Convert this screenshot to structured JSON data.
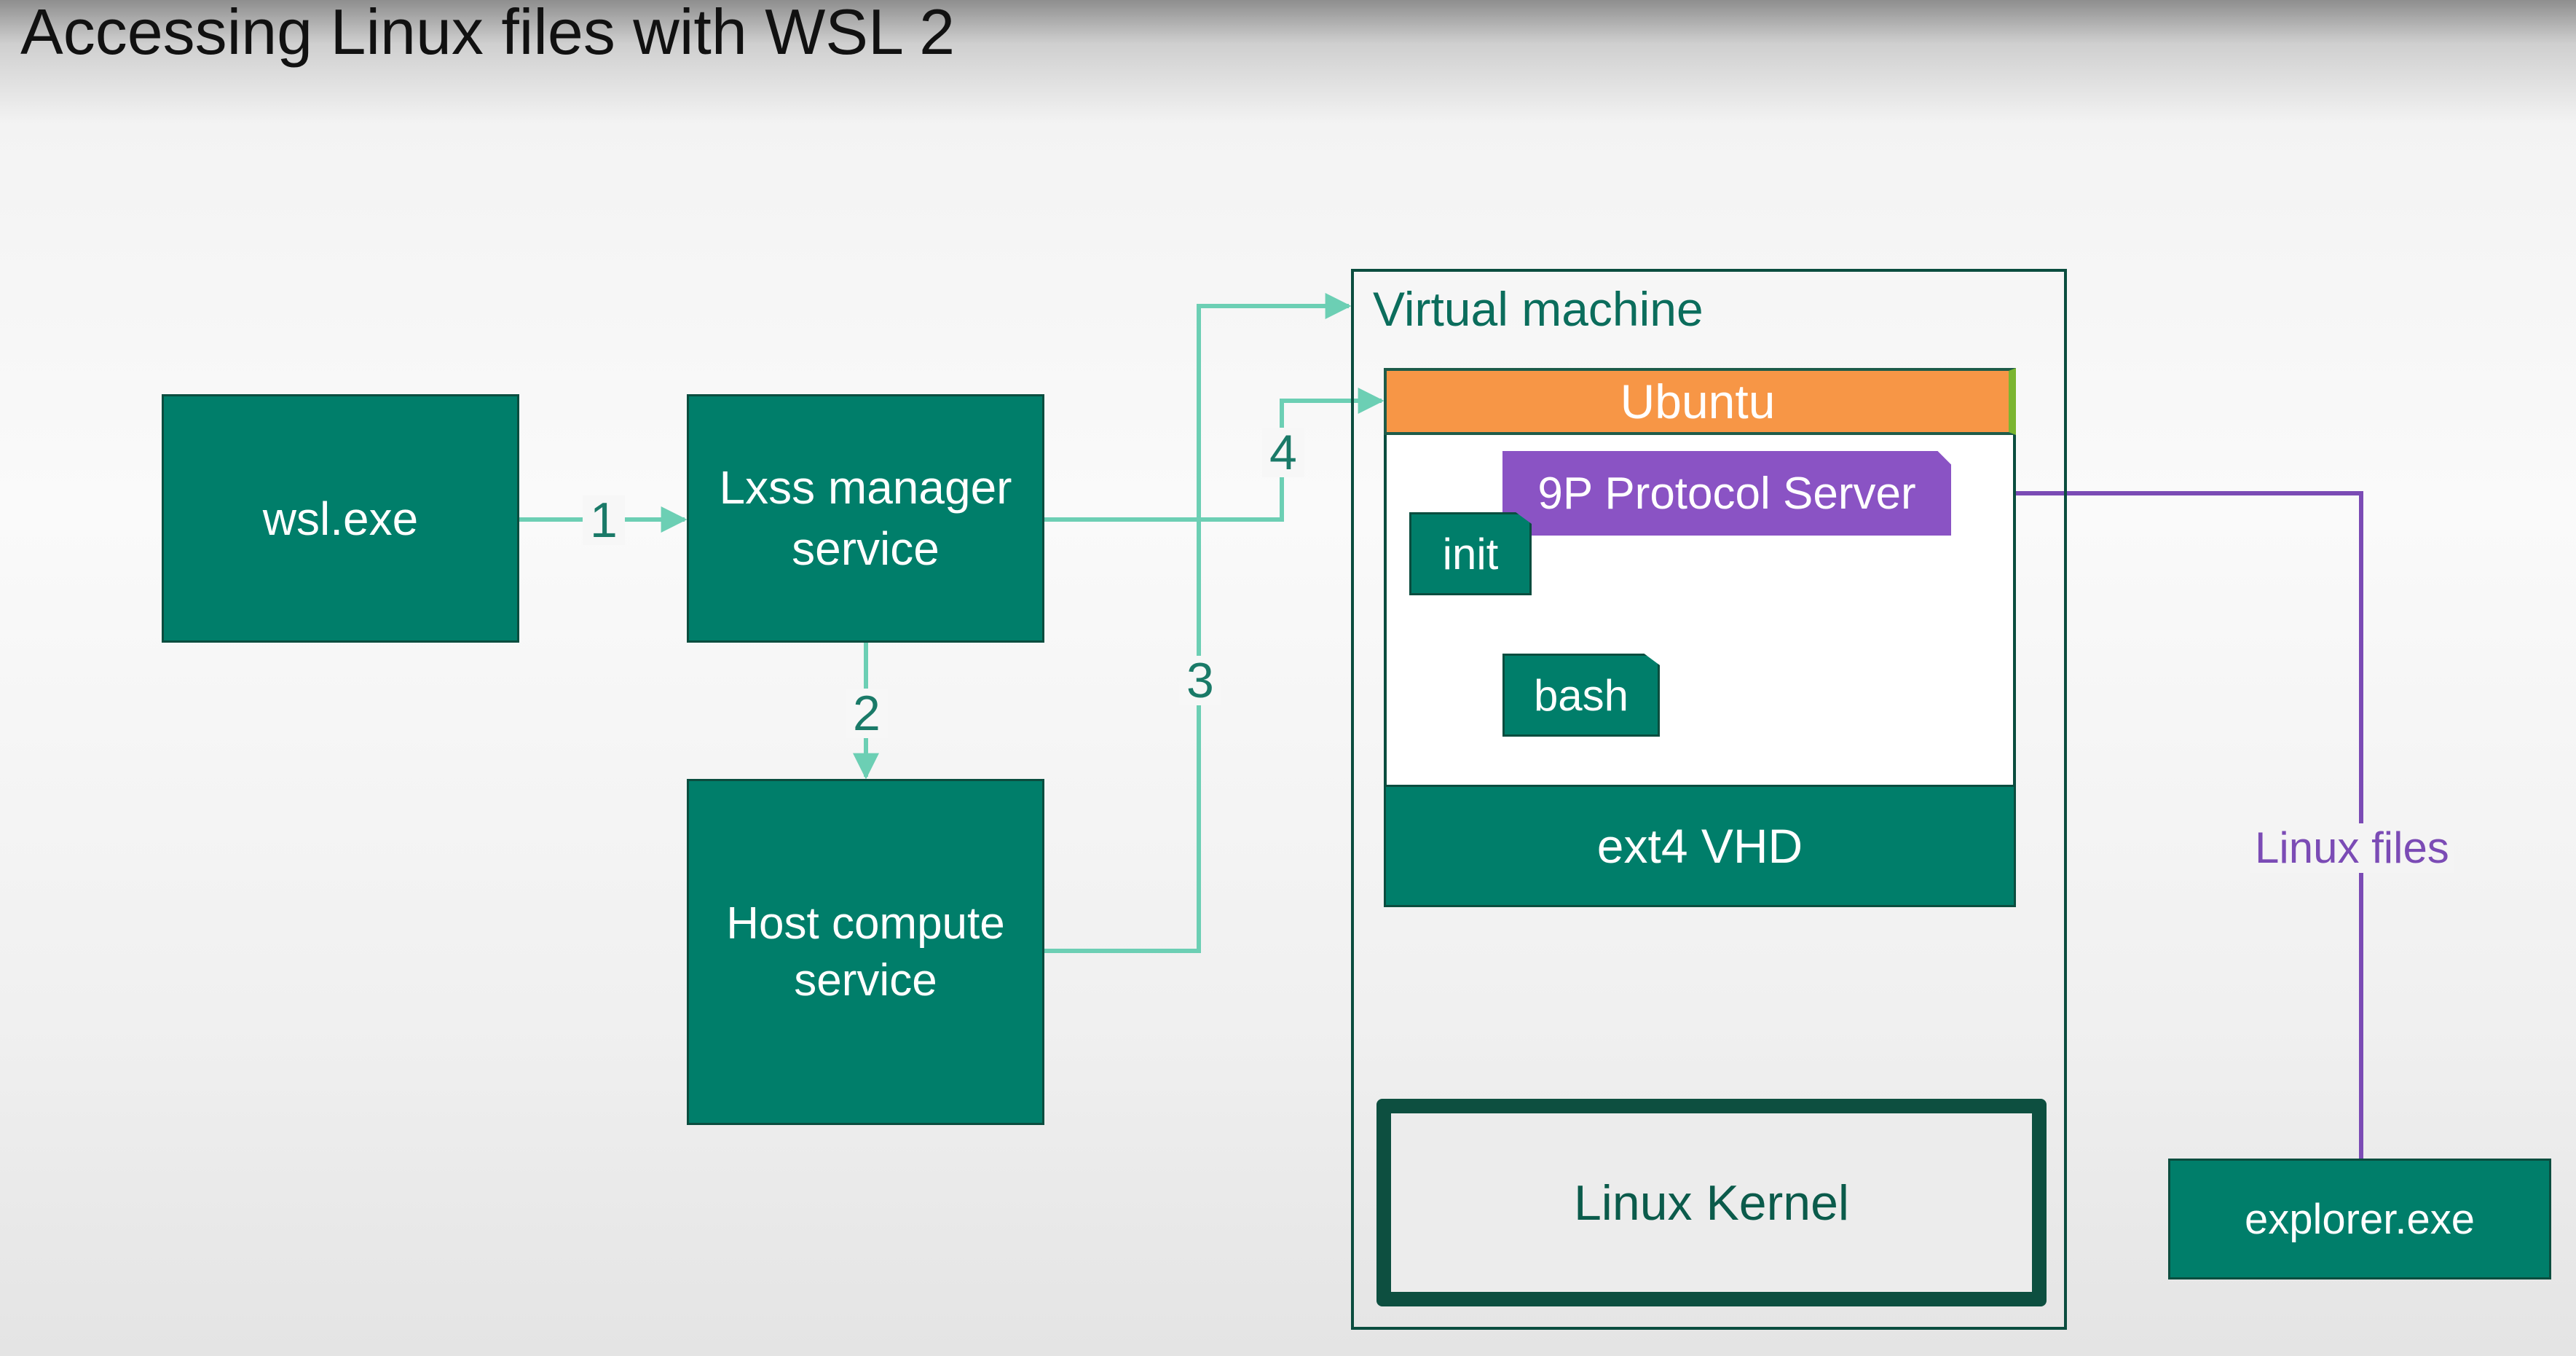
{
  "slide": {
    "title": "Accessing Linux files with WSL 2"
  },
  "boxes": {
    "wsl_exe": "wsl.exe",
    "lxss_line1": "Lxss manager",
    "lxss_line2": "service",
    "hcs_line1": "Host compute",
    "hcs_line2": "service",
    "explorer_exe": "explorer.exe"
  },
  "vm": {
    "label": "Virtual machine",
    "ubuntu": "Ubuntu",
    "p9_server": "9P Protocol Server",
    "init": "init",
    "bash": "bash",
    "ext4": "ext4 VHD",
    "kernel": "Linux Kernel"
  },
  "steps": {
    "one": "1",
    "two": "2",
    "three": "3",
    "four": "4"
  },
  "connectors": {
    "linux_files": "Linux files"
  },
  "colors": {
    "box_green": "#007e6a",
    "arrow_green": "#6ccfb4",
    "ubuntu_orange": "#f79646",
    "protocol_purple": "#8a53c4",
    "linux_files_line": "#7b4bb5"
  }
}
